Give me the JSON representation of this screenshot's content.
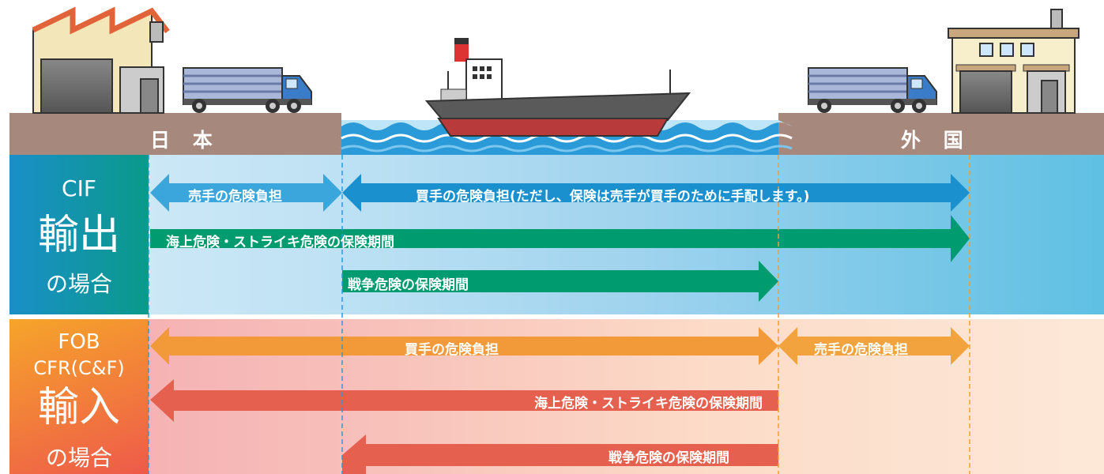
{
  "regions": {
    "japan": "日 本",
    "foreign": "外 国"
  },
  "cif": {
    "code": "CIF",
    "title": "輸出",
    "suffix": "の場合",
    "rows": {
      "seller_risk": "売手の危険負担",
      "buyer_risk": "買手の危険負担(ただし、保険は売手が買手のために手配します。)",
      "marine_period": "海上危険・ストライキ危険の保険期間",
      "war_period": "戦争危険の保険期間"
    }
  },
  "fob": {
    "code1": "FOB",
    "code2": "CFR(C&F)",
    "title": "輸入",
    "suffix": "の場合",
    "rows": {
      "buyer_risk": "買手の危険負担",
      "seller_risk": "売手の危険負担",
      "marine_period": "海上危険・ストライキ危険の保険期間",
      "war_period": "戦争危険の保険期間"
    }
  },
  "colors": {
    "ground": "#a7887c",
    "sea": "#2a9bd8",
    "cif_band": "#1a8fc8",
    "fob_band": "#f08a3a",
    "risk_blue": "#3aa6dc",
    "insurance_green": "#009b6e",
    "risk_orange": "#f29a3a",
    "insurance_red": "#e5604e"
  }
}
